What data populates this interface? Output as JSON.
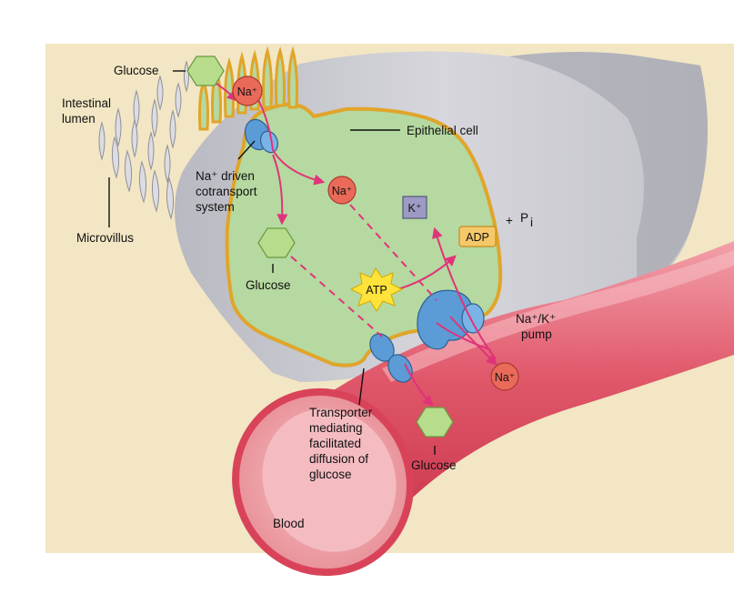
{
  "labels": {
    "glucose_lumen": "Glucose",
    "intestinal_lumen_1": "Intestinal",
    "intestinal_lumen_2": "lumen",
    "microvillus": "Microvillus",
    "epithelial_cell": "Epithelial cell",
    "na_driven_1": "Na⁺ driven",
    "na_driven_2": "cotransport",
    "na_driven_3": "system",
    "glucose_cell": "Glucose",
    "pump_1": "Na⁺/K⁺",
    "pump_2": "pump",
    "transporter_1": "Transporter",
    "transporter_2": "mediating",
    "transporter_3": "facilitated",
    "transporter_4": "diffusion of",
    "transporter_5": "glucose",
    "glucose_blood": "Glucose",
    "blood": "Blood"
  },
  "molecules": {
    "na_lumen": "Na⁺",
    "na_cell": "Na⁺",
    "na_blood": "Na⁺",
    "k_ion": "K⁺",
    "atp": "ATP",
    "adp": "ADP",
    "plus": "+",
    "pi": "P",
    "pi_sub": "i"
  },
  "colors": {
    "background": "#f2e6c4",
    "cell_fill": "#b5d9a0",
    "cell_border": "#e0a52a",
    "tissue": "#c9c9cf",
    "vessel": "#e0576a",
    "arrow": "#e0337a",
    "transporter": "#5b9bd6",
    "glucose": "#b7dc8c",
    "sodium": "#ea6a5a",
    "potassium": "#9d9bc4",
    "atp": "#ffe33a"
  }
}
